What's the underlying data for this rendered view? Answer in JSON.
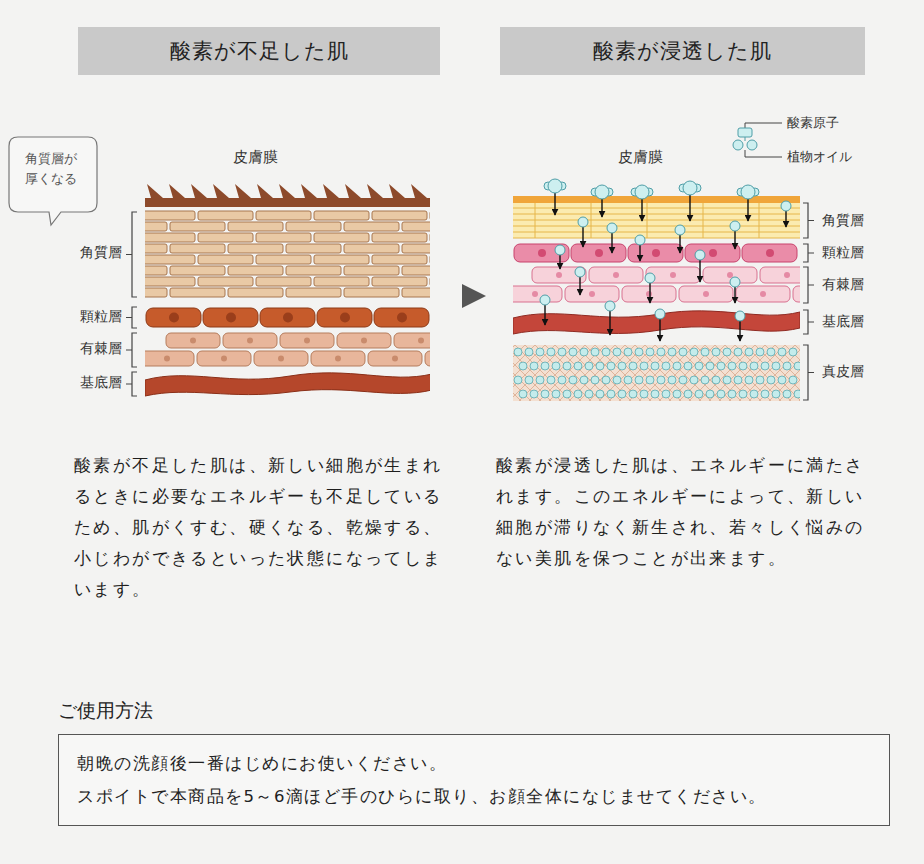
{
  "diagram": {
    "nodes": [
      {
        "text": [
          "酸素が不足した肌"
        ]
      },
      {
        "text": [
          "酸素が浸透した肌"
        ]
      },
      {
        "text": [
          "角質層が厚くなる"
        ]
      },
      {
        "text": [
          "ご使用方法",
          "朝晩の洗顔後一番はじめにお使いください。",
          "スポイトで本商品を5～6滴ほど手のひらに取り、お顔全体になじませてください。"
        ]
      }
    ],
    "labels": [
      "皮膚膜",
      "角質層",
      "顆粒層",
      "有棘層",
      "基底層",
      "皮膚膜",
      "角質層",
      "顆粒層",
      "有棘層",
      "基底層",
      "真皮層",
      "酸素が不足した肌は、新しい細胞が生まれるときに必要なエネルギーも不足しているため、肌がくすむ、硬くなる、乾燥する、小じわができるといった状態になってしまいます。",
      "酸素が浸透した肌は、エネルギーに満たされます。このエネルギーによって、新しい細胞が滞りなく新生され、若々しく悩みのない美肌を保つことが出来ます。"
    ],
    "legend": [
      {
        "text": "酸素原子"
      },
      {
        "text": "植物オイル"
      }
    ]
  }
}
